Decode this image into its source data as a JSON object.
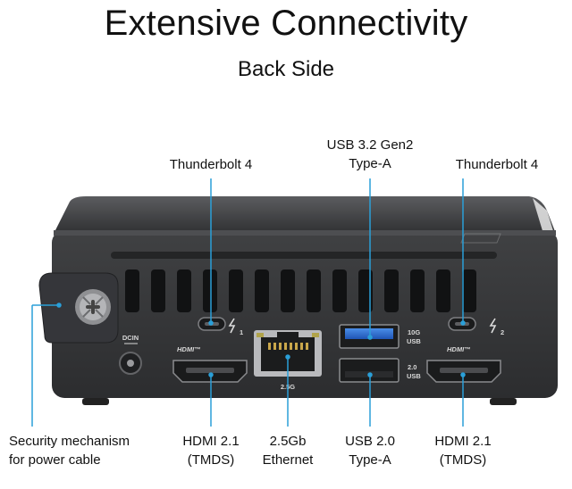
{
  "header": {
    "title": "Extensive Connectivity",
    "subtitle": "Back Side"
  },
  "labels": {
    "thunderbolt_left": "Thunderbolt 4",
    "usb32_line1": "USB 3.2 Gen2",
    "usb32_line2": "Type-A",
    "thunderbolt_right": "Thunderbolt 4",
    "security_line1": "Security mechanism",
    "security_line2": "for power cable",
    "hdmi_left_line1": "HDMI 2.1",
    "hdmi_left_line2": "(TMDS)",
    "ethernet_line1": "2.5Gb",
    "ethernet_line2": "Ethernet",
    "usb20_line1": "USB 2.0",
    "usb20_line2": "Type-A",
    "hdmi_right_line1": "HDMI 2.1",
    "hdmi_right_line2": "(TMDS)"
  },
  "port_markings": {
    "dcin": "DCIN",
    "hdmi_logo": "HDMI™",
    "ethernet_speed": "2.5G",
    "usb_10g_a": "10G",
    "usb_10g_b": "USB",
    "usb_20_a": "2.0",
    "usb_20_b": "USB",
    "tb_left_num": "1",
    "tb_right_num": "2"
  },
  "colors": {
    "accent": "#2a9fd8",
    "chassis": "#3a3b3d",
    "usb3_blue": "#2f6fd1"
  }
}
